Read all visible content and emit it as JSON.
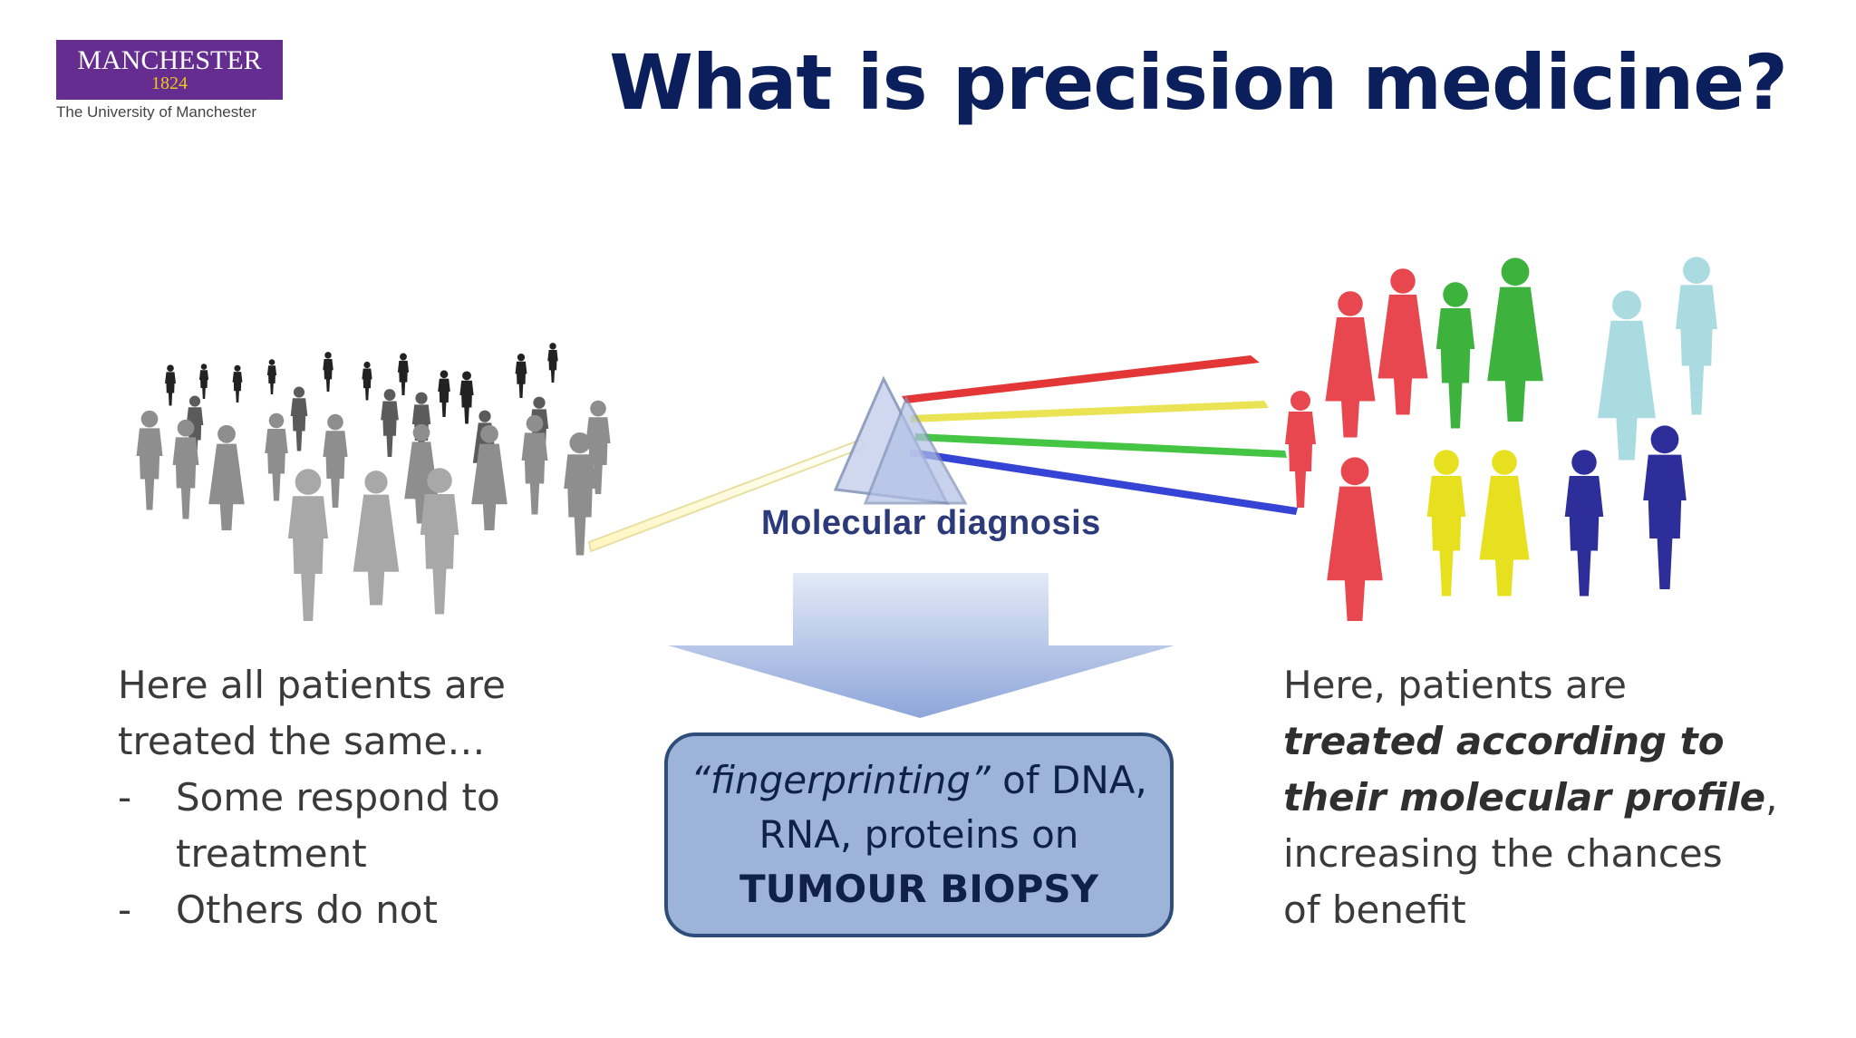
{
  "logo": {
    "name": "MANCHESTER",
    "year": "1824",
    "subtitle": "The University of Manchester"
  },
  "title": "What is precision medicine?",
  "diagram": {
    "prism_label": "Molecular diagnosis",
    "ray_colors": [
      "#e02020",
      "#e8e040",
      "#30c030",
      "#2030d0"
    ],
    "group_colors": [
      "#e8474f",
      "#3db33d",
      "#e6e01f",
      "#2e2e9b",
      "#a9dbe0"
    ]
  },
  "left": {
    "line1": "Here all patients are",
    "line2": "treated the same…",
    "bullets": [
      {
        "dash": "-",
        "text1": "Some respond to",
        "text2": "treatment"
      },
      {
        "dash": "-",
        "text1": "Others do not",
        "text2": ""
      }
    ]
  },
  "center": {
    "italic": "“fingerprinting”",
    "rest1": " of DNA,",
    "line2": "RNA, proteins on",
    "line3": "TUMOUR BIOPSY"
  },
  "right": {
    "line1": "Here, patients are",
    "line2": "treated according to",
    "line3a": "their molecular profile",
    "line3b": ",",
    "line4": "increasing the chances",
    "line5": "of benefit"
  }
}
